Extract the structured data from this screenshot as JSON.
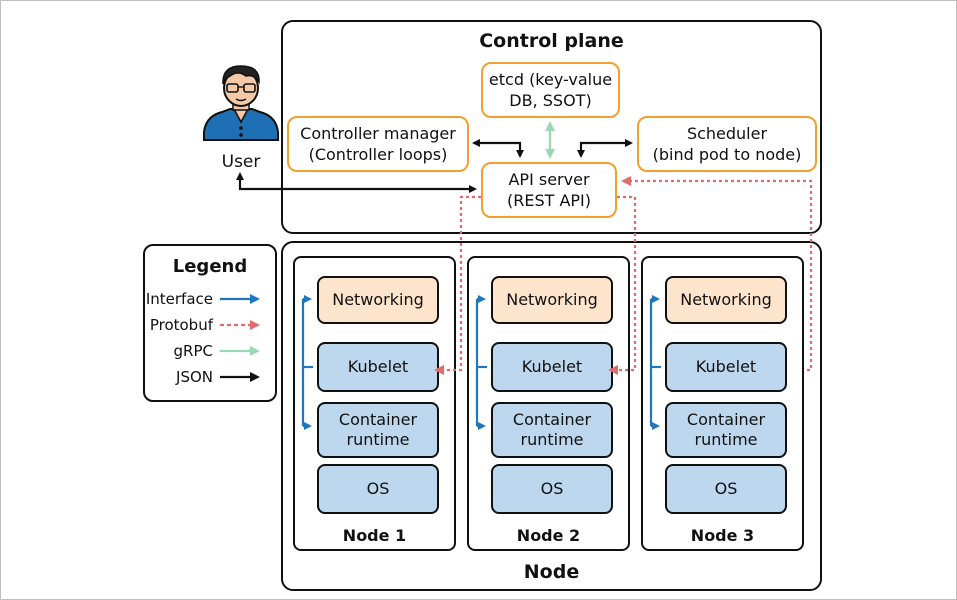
{
  "control_plane": {
    "title": "Control plane",
    "etcd": "etcd (key-value\nDB, SSOT)",
    "controller_manager": "Controller manager\n(Controller loops)",
    "scheduler": "Scheduler\n(bind pod to node)",
    "api_server": "API server\n(REST API)"
  },
  "user": {
    "label": "User",
    "icon": "user-avatar-icon"
  },
  "legend": {
    "title": "Legend",
    "items": [
      {
        "label": "Interface",
        "color": "#1f77c0",
        "style": "solid"
      },
      {
        "label": "Protobuf",
        "color": "#e06c6c",
        "style": "dotted"
      },
      {
        "label": "gRPC",
        "color": "#9bd9b4",
        "style": "solid"
      },
      {
        "label": "JSON",
        "color": "#111111",
        "style": "solid"
      }
    ]
  },
  "node_panel": {
    "title": "Node",
    "nodes": [
      {
        "label": "Node 1",
        "components": [
          "Networking",
          "Kubelet",
          "Container\nruntime",
          "OS"
        ]
      },
      {
        "label": "Node 2",
        "components": [
          "Networking",
          "Kubelet",
          "Container\nruntime",
          "OS"
        ]
      },
      {
        "label": "Node 3",
        "components": [
          "Networking",
          "Kubelet",
          "Container\nruntime",
          "OS"
        ]
      }
    ]
  },
  "colors": {
    "interface": "#1f77c0",
    "protobuf": "#e06c6c",
    "grpc": "#9bd9b4",
    "json": "#111111",
    "control_box_border": "#f0a030",
    "networking_fill": "#fde4cc",
    "component_fill": "#bcd7ee"
  }
}
